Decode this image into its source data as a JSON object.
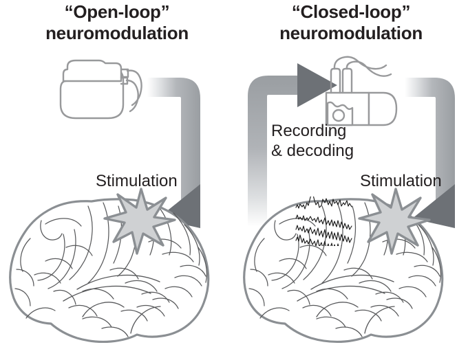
{
  "figure": {
    "caption_hidden": "",
    "colors": {
      "arrow_band": "#9a9ea2",
      "arrow_head": "#6d7176",
      "star_fill": "#cfd1d3",
      "star_stroke": "#8b8f93",
      "brain_outline": "#8b8f93",
      "brain_detail": "#58595b",
      "device_outline": "#98999b",
      "text": "#231f20",
      "trace": "#1a1a1a",
      "background": "#ffffff"
    }
  },
  "panels": [
    {
      "id": "open-loop",
      "title_line1": "“Open-loop”",
      "title_line2": "neuromodulation",
      "device_name": "implantable-pulse-generator",
      "stimulation_label": "Stimulation",
      "has_recording_label": false,
      "recording_label_line1": "",
      "recording_label_line2": "",
      "arrows": [
        "device-to-brain-stimulation"
      ],
      "has_neural_traces": false,
      "trace_count": 0
    },
    {
      "id": "closed-loop",
      "title_line1": "“Closed-loop”",
      "title_line2": "neuromodulation",
      "device_name": "closed-loop-neurostimulator",
      "stimulation_label": "Stimulation",
      "has_recording_label": true,
      "recording_label_line1": "Recording",
      "recording_label_line2": "& decoding",
      "arrows": [
        "brain-to-device-recording",
        "device-to-brain-stimulation"
      ],
      "has_neural_traces": true,
      "trace_count": 4
    }
  ]
}
